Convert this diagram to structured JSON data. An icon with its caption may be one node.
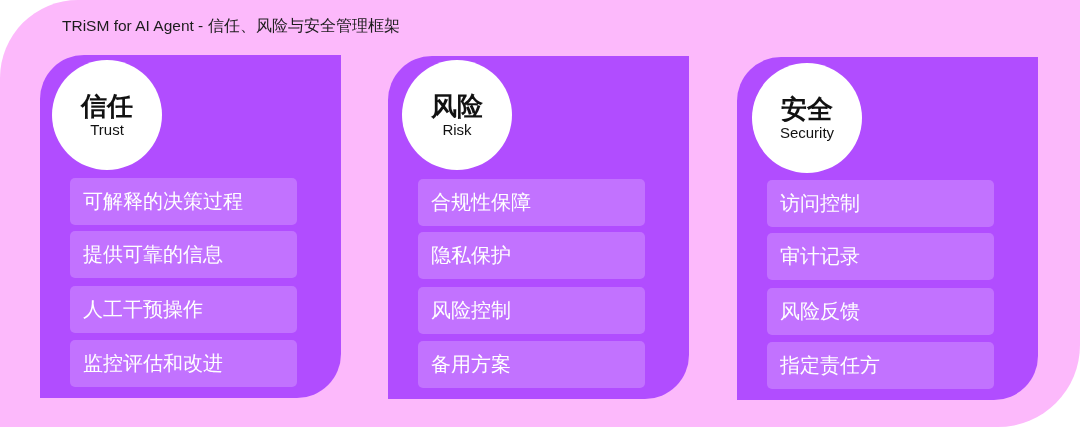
{
  "diagram": {
    "title": "TRiSM for AI Agent - 信任、风险与安全管理框架",
    "nodes": [
      {
        "text": [],
        "shape": "box"
      },
      {
        "text": [
          "信任",
          "Trust"
        ],
        "in": 0
      },
      {
        "text": [
          "可解释的决策过程"
        ],
        "in": 0
      },
      {
        "text": [
          "提供可靠的信息"
        ],
        "in": 0
      },
      {
        "text": [
          "人工干预操作"
        ],
        "in": 0
      },
      {
        "text": [
          "监控评估和改进"
        ],
        "in": 0
      },
      {
        "text": [],
        "shape": "box"
      },
      {
        "text": [
          "风险",
          "Risk"
        ],
        "in": 6
      },
      {
        "text": [
          "合规性保障"
        ],
        "in": 6
      },
      {
        "text": [
          "隐私保护"
        ],
        "in": 6
      },
      {
        "text": [
          "风险控制"
        ],
        "in": 6
      },
      {
        "text": [
          "备用方案"
        ],
        "in": 6
      },
      {
        "text": [],
        "shape": "box"
      },
      {
        "text": [
          "安全",
          "Security"
        ],
        "in": 12
      },
      {
        "text": [
          "访问控制"
        ],
        "in": 12
      },
      {
        "text": [
          "审计记录"
        ],
        "in": 12
      },
      {
        "text": [
          "风险反馈"
        ],
        "in": 12
      },
      {
        "text": [
          "指定责任方"
        ],
        "in": 12
      }
    ]
  }
}
